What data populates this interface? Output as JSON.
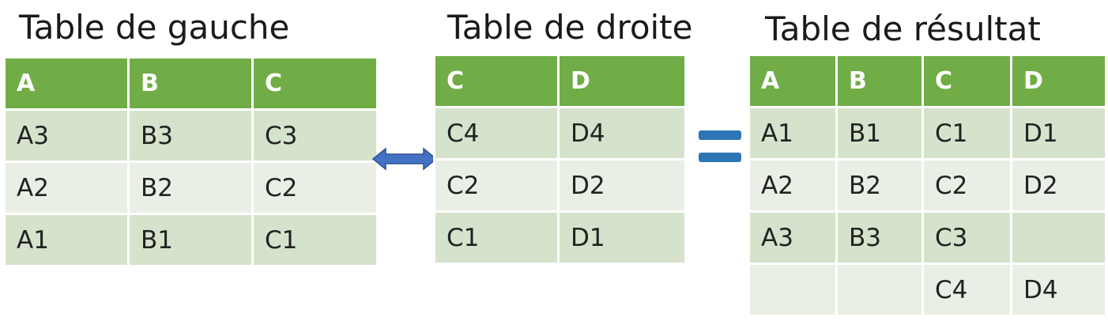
{
  "left": {
    "title": "Table de gauche",
    "headers": [
      "A",
      "B",
      "C"
    ],
    "rows": [
      [
        "A3",
        "B3",
        "C3"
      ],
      [
        "A2",
        "B2",
        "C2"
      ],
      [
        "A1",
        "B1",
        "C1"
      ]
    ]
  },
  "right": {
    "title": "Table de droite",
    "headers": [
      "C",
      "D"
    ],
    "rows": [
      [
        "C4",
        "D4"
      ],
      [
        "C2",
        "D2"
      ],
      [
        "C1",
        "D1"
      ]
    ]
  },
  "result": {
    "title": "Table de résultat",
    "headers": [
      "A",
      "B",
      "C",
      "D"
    ],
    "rows": [
      [
        "A1",
        "B1",
        "C1",
        "D1"
      ],
      [
        "A2",
        "B2",
        "C2",
        "D2"
      ],
      [
        "A3",
        "B3",
        "C3",
        ""
      ],
      [
        "",
        "",
        "C4",
        "D4"
      ]
    ]
  },
  "colors": {
    "header_green": "#70ad47",
    "row_light": "#e9efe5",
    "row_dark": "#d5e3cc",
    "operator_blue": "#2e75b6",
    "arrow_blue": "#4472c4"
  },
  "icons": {
    "join_arrow": "double-headed-arrow-icon",
    "equals": "equals-icon"
  }
}
